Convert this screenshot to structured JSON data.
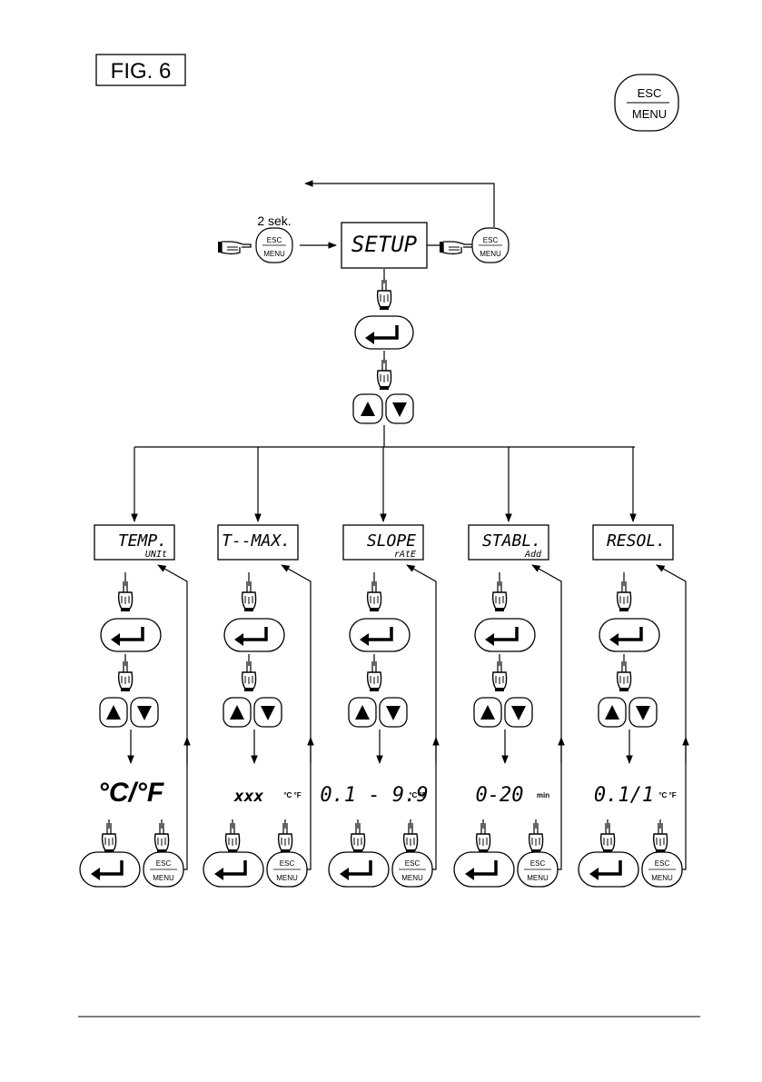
{
  "figure": {
    "label": "FIG. 6"
  },
  "corner_button": {
    "top": "ESC",
    "bottom": "MENU"
  },
  "entry": {
    "hold_label": "2 sek.",
    "display": "SETUP",
    "esc_top": "ESC",
    "esc_bottom": "MENU"
  },
  "columns": [
    {
      "main": "TEMP.",
      "sub": "UNIt",
      "value": "°C/°F",
      "value_main": "",
      "value_unit": "",
      "esc_top": "ESC",
      "esc_bottom": "MENU"
    },
    {
      "main": "T--MAX.",
      "sub": "",
      "value": "xxx",
      "value_main": "xxx",
      "value_unit": "°C °F",
      "esc_top": "ESC",
      "esc_bottom": "MENU"
    },
    {
      "main": "SLOPE",
      "sub": "rAtE",
      "value": "0.1 - 9.9",
      "value_main": "0.1 - 9.9",
      "value_unit": "°C °F",
      "esc_top": "ESC",
      "esc_bottom": "MENU"
    },
    {
      "main": "STABL.",
      "sub": "Add",
      "value": "0-20",
      "value_main": "0-20",
      "value_unit": "min",
      "esc_top": "ESC",
      "esc_bottom": "MENU"
    },
    {
      "main": "RESOL.",
      "sub": "",
      "value": "0.1/1",
      "value_main": "0.1/1",
      "value_unit": "°C °F",
      "esc_top": "ESC",
      "esc_bottom": "MENU"
    }
  ]
}
